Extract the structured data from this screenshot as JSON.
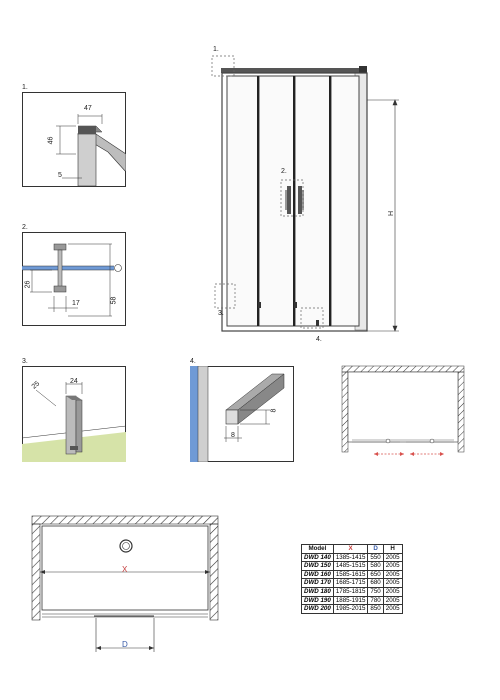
{
  "main_view": {
    "callouts": {
      "c1": "1.",
      "c2": "2.",
      "c3": "3.",
      "c4": "4."
    },
    "height_label": "H"
  },
  "detail1": {
    "title": "1.",
    "dim_width": "47",
    "dim_height": "46",
    "dim_gap": "5"
  },
  "detail2": {
    "title": "2.",
    "dim_left": "26",
    "dim_width": "17",
    "dim_right": "58"
  },
  "detail3": {
    "title": "3.",
    "dim_top": "24",
    "dim_angle": "25"
  },
  "detail4": {
    "title": "4.",
    "dim_width": "8",
    "dim_height": "8"
  },
  "plan_small": {},
  "plan_large": {
    "x_label": "X",
    "d_label": "D"
  },
  "spec_table": {
    "headers": [
      "Model",
      "X",
      "D",
      "H"
    ],
    "rows": [
      [
        "DWD 140",
        "1385-1415",
        "550",
        "2005"
      ],
      [
        "DWD 150",
        "1485-1515",
        "580",
        "2005"
      ],
      [
        "DWD 160",
        "1585-1615",
        "650",
        "2005"
      ],
      [
        "DWD 170",
        "1685-1715",
        "680",
        "2005"
      ],
      [
        "DWD 180",
        "1785-1815",
        "750",
        "2005"
      ],
      [
        "DWD 190",
        "1885-1915",
        "780",
        "2005"
      ],
      [
        "DWD 200",
        "1985-2015",
        "850",
        "2005"
      ]
    ]
  },
  "colors": {
    "x_label": "#c43c3c",
    "d_label": "#3a5ca8",
    "glass": "#6f9ad6",
    "floor": "#d6e3a8"
  }
}
